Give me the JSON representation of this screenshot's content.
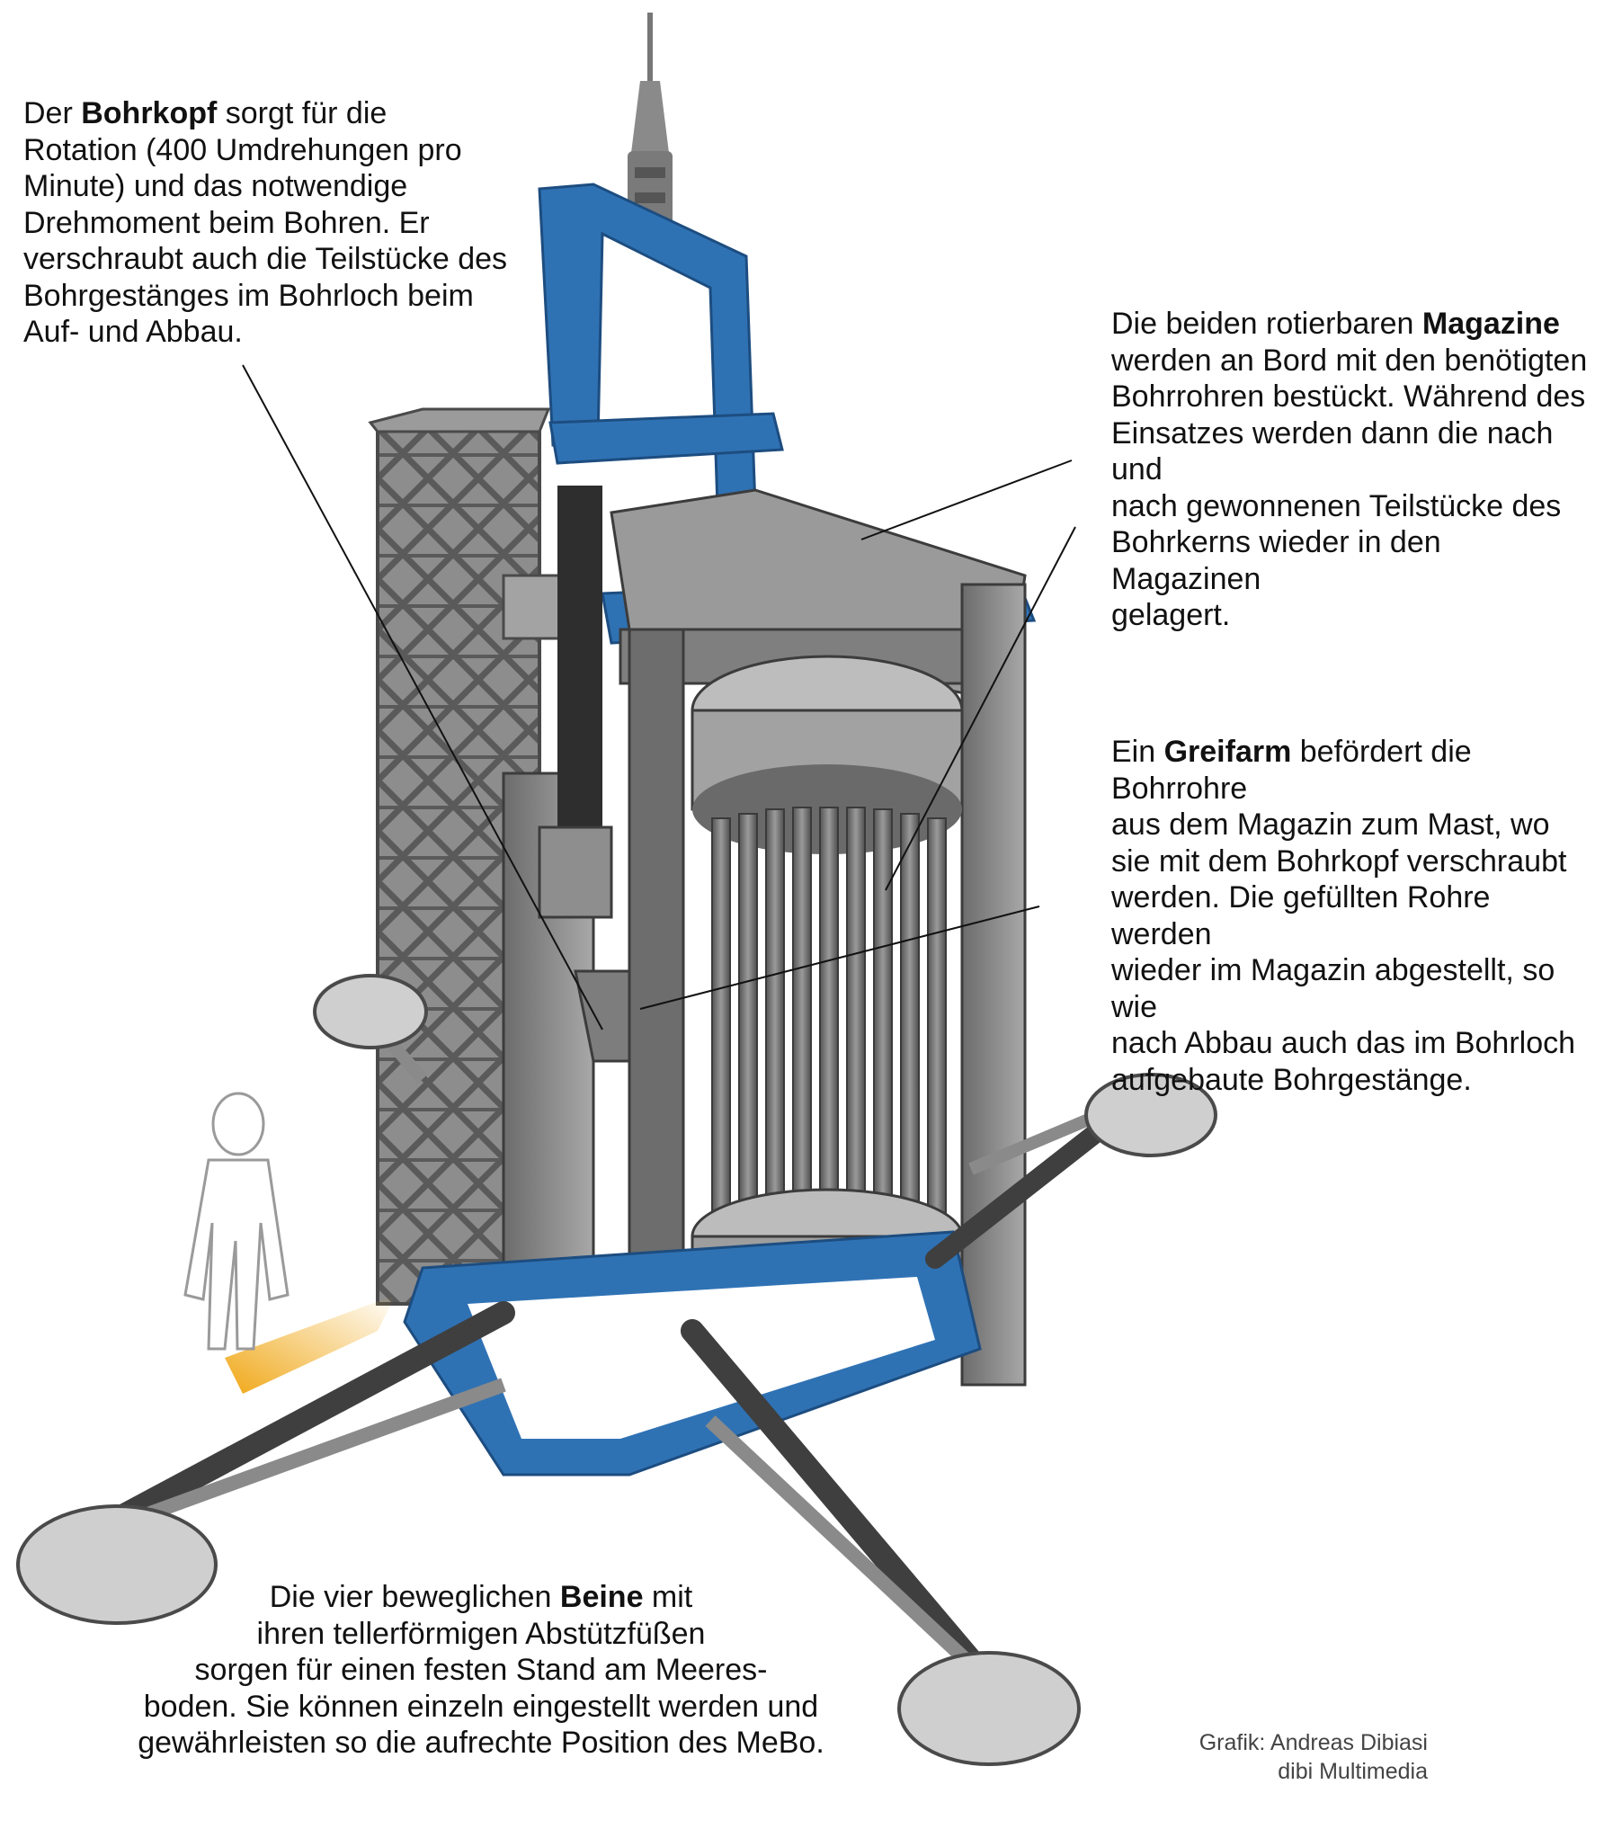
{
  "captions": {
    "bohrkopf": {
      "pre": "Der ",
      "bold": "Bohrkopf",
      "post": " sorgt für die\nRotation (400 Umdrehungen pro\nMinute) und das notwendige\nDrehmoment beim Bohren. Er\nverschraubt auch die Teilstücke des\nBohrgestänges im Bohrloch beim\nAuf- und Abbau."
    },
    "magazine": {
      "pre": "Die beiden rotierbaren ",
      "bold": "Magazine",
      "post": "\nwerden an Bord mit den benötigten\nBohrrohren bestückt. Während des\nEinsatzes werden dann die nach und\nnach gewonnenen Teilstücke des\nBohrkerns wieder in den Magazinen\ngelagert."
    },
    "greifarm": {
      "pre": "Ein ",
      "bold": "Greifarm",
      "post": " befördert die Bohrrohre\naus dem Magazin zum Mast, wo\nsie mit dem Bohrkopf verschraubt\nwerden. Die gefüllten Rohre werden\nwieder im Magazin abgestellt, so wie\nnach Abbau auch das im Bohrloch\naufgebaute Bohrgestänge."
    },
    "beine": {
      "pre": "Die vier beweglichen ",
      "bold": "Beine",
      "post": " mit\nihren tellerförmigen Abstützfüßen\nsorgen für einen festen Stand am Meeres-\nboden. Sie können einzeln eingestellt werden und\ngewährleisten so die aufrechte Position des MeBo."
    }
  },
  "credit": {
    "line1": "Grafik: Andreas Dibiasi",
    "line2": "dibi Multimedia"
  },
  "colors": {
    "frame_blue": "#2f72b4",
    "steel_gray": "#8a8a8a",
    "dark_steel": "#4a4a4a",
    "marker_yellow": "#f0a818"
  }
}
